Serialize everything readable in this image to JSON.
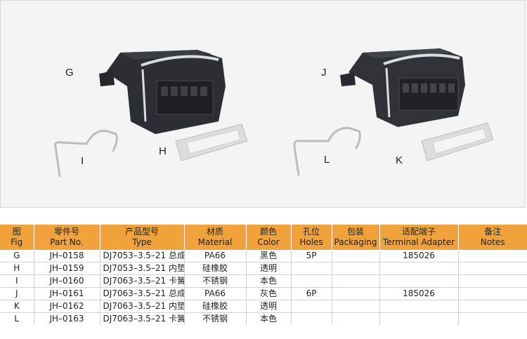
{
  "photo": {
    "labels": {
      "G": "G",
      "I": "I",
      "H": "H",
      "J": "J",
      "L": "L",
      "K": "K"
    }
  },
  "table": {
    "headers": [
      {
        "cn": "图",
        "en": "Fig"
      },
      {
        "cn": "零件号",
        "en": "Part No."
      },
      {
        "cn": "产品型号",
        "en": "Type"
      },
      {
        "cn": "材质",
        "en": "Material"
      },
      {
        "cn": "颜色",
        "en": "Color"
      },
      {
        "cn": "孔位",
        "en": "Holes"
      },
      {
        "cn": "包装",
        "en": "Packaging"
      },
      {
        "cn": "适配端子",
        "en": "Terminal Adapter"
      },
      {
        "cn": "备注",
        "en": "Notes"
      }
    ],
    "rows": [
      [
        "G",
        "JH–0158",
        "DJ7053–3.5–21 总成",
        "PA66",
        "黑色",
        "5P",
        "",
        "185026",
        ""
      ],
      [
        "H",
        "JH–0159",
        "DJ7053–3.5–21 内垫",
        "硅橡胶",
        "透明",
        "",
        "",
        "",
        ""
      ],
      [
        "I",
        "JH–0160",
        "DJ7063–3.5–21 卡簧",
        "不锈钢",
        "本色",
        "",
        "",
        "",
        ""
      ],
      [
        "J",
        "JH–0161",
        "DJ7063–3.5–21 总成",
        "PA66",
        "灰色",
        "6P",
        "",
        "185026",
        ""
      ],
      [
        "K",
        "JH–0162",
        "DJ7063–3.5–21 内垫",
        "硅橡胶",
        "透明",
        "",
        "",
        "",
        ""
      ],
      [
        "L",
        "JH–0163",
        "DJ7063–3.5–21 卡簧",
        "不锈钢",
        "本色",
        "",
        "",
        "",
        ""
      ]
    ]
  }
}
